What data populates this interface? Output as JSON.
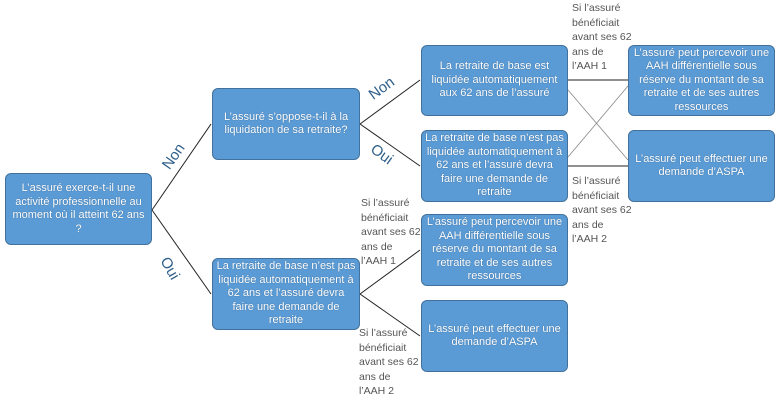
{
  "boxes": {
    "root": "L’assuré exerce-t-il une activité professionnelle au moment où il atteint 62 ans ?",
    "oppose": "L’assuré s’oppose-t-il à la liquidation de sa retraite?",
    "not_liquidated_left": "La retraite de base n’est pas liquidée automatiquement à 62 ans et l’assuré devra faire une demande de retraite",
    "auto_liquidated": "La retraite de base est liquidée automatiquement aux 62 ans de l’assuré",
    "not_liquidated_mid": "La retraite de base n’est pas liquidée automatiquement à 62 ans et l’assuré devra faire une demande de retraite",
    "aah_top": "L’assuré peut percevoir une AAH différentielle sous réserve du montant de sa retraite et de ses autres ressources",
    "aspa_top": "L’assuré peut effectuer une demande d’ASPA",
    "aah_bottom": "L’assuré peut percevoir une AAH différentielle sous réserve du montant de sa retraite et de ses autres ressources",
    "aspa_bottom": "L’assuré peut effectuer une demande d’ASPA"
  },
  "labels": {
    "non1": "Non",
    "oui1": "Oui",
    "non2": "Non",
    "oui2": "Oui"
  },
  "notes": {
    "aah1_top": "Si l’assuré bénéficiait avant ses 62 ans de l’AAH 1",
    "aah2_top": "Si l’assuré bénéficiait avant ses 62 ans de l’AAH 2",
    "aah1_bottom": "Si l’assuré bénéficiait avant ses 62 ans de l’AAH 1",
    "aah2_bottom": "Si l’assuré bénéficiait avant ses 62 ans de l’AAH 2"
  }
}
